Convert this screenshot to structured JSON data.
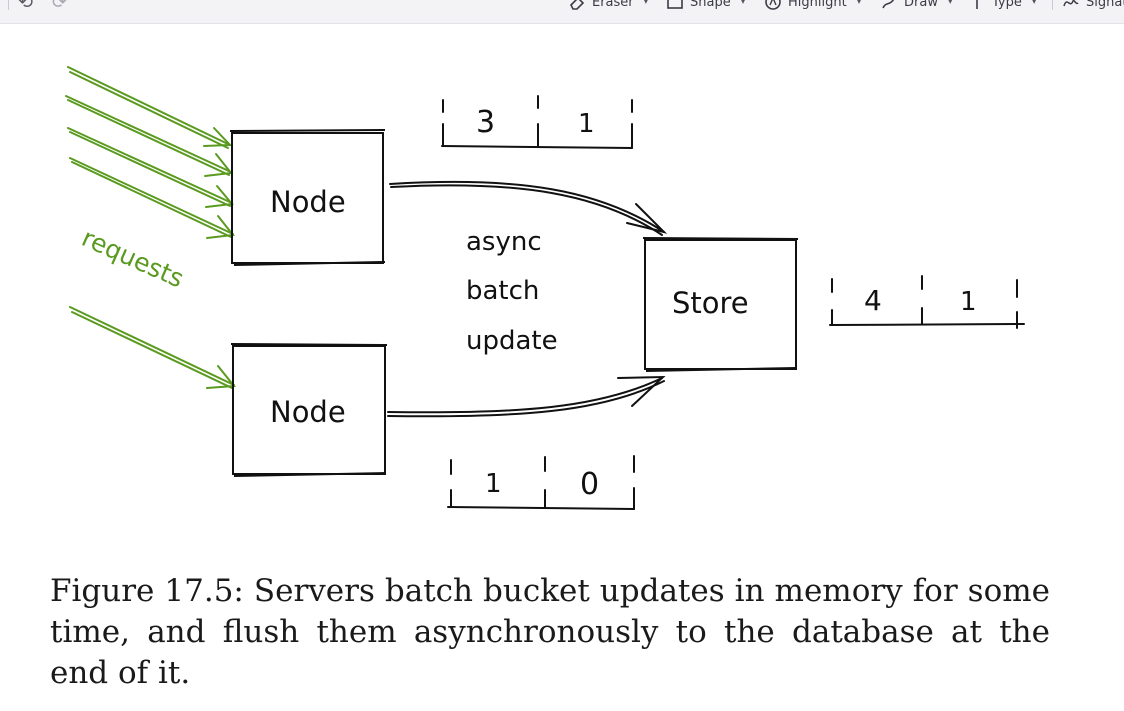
{
  "toolbar": {
    "tools": [
      {
        "label": "Eraser",
        "icon": "eraser-icon"
      },
      {
        "label": "Shape",
        "icon": "shape-icon"
      },
      {
        "label": "Highlight",
        "icon": "highlight-icon"
      },
      {
        "label": "Draw",
        "icon": "draw-icon"
      },
      {
        "label": "Type",
        "icon": "type-icon"
      },
      {
        "label": "Signat",
        "icon": "signature-icon"
      }
    ]
  },
  "diagram": {
    "requests_label": "requests",
    "node_top_label": "Node",
    "node_bottom_label": "Node",
    "store_label": "Store",
    "arrow_label": [
      "async",
      "batch",
      "update"
    ],
    "buffer_top": [
      "3",
      "1"
    ],
    "buffer_store": [
      "4",
      "1"
    ],
    "buffer_bottom": [
      "1",
      "0"
    ],
    "colors": {
      "requests": "#5a9a1f",
      "ink": "#111111"
    }
  },
  "caption": "Figure 17.5: Servers batch bucket updates in memory for some time, and flush them asynchronously to the database at the end of it."
}
